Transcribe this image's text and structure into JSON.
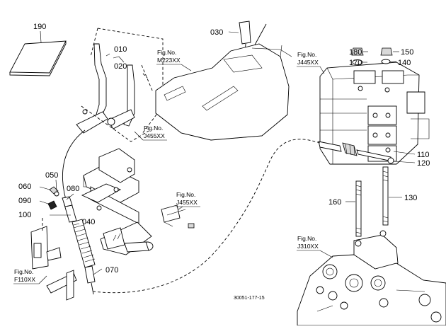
{
  "parts": [
    {
      "number": "190"
    },
    {
      "number": "010"
    },
    {
      "number": "020"
    },
    {
      "number": "030"
    },
    {
      "number": "180"
    },
    {
      "number": "170"
    },
    {
      "number": "150"
    },
    {
      "number": "140"
    },
    {
      "number": "110"
    },
    {
      "number": "120"
    },
    {
      "number": "130"
    },
    {
      "number": "160"
    },
    {
      "number": "050"
    },
    {
      "number": "060"
    },
    {
      "number": "080"
    },
    {
      "number": "090"
    },
    {
      "number": "100"
    },
    {
      "number": "040"
    },
    {
      "number": "070"
    }
  ],
  "figure_refs": [
    {
      "label": "Fig.No.",
      "code": "M223XX"
    },
    {
      "label": "Fig.No.",
      "code": "J455XX"
    },
    {
      "label": "Fig.No.",
      "code": "J445XX"
    },
    {
      "label": "Fig.No.",
      "code": "J455XX"
    },
    {
      "label": "Fig.No.",
      "code": "J310XX"
    },
    {
      "label": "Fig.No.",
      "code": "F110XX"
    }
  ],
  "drawing_code": "30051-177-15"
}
